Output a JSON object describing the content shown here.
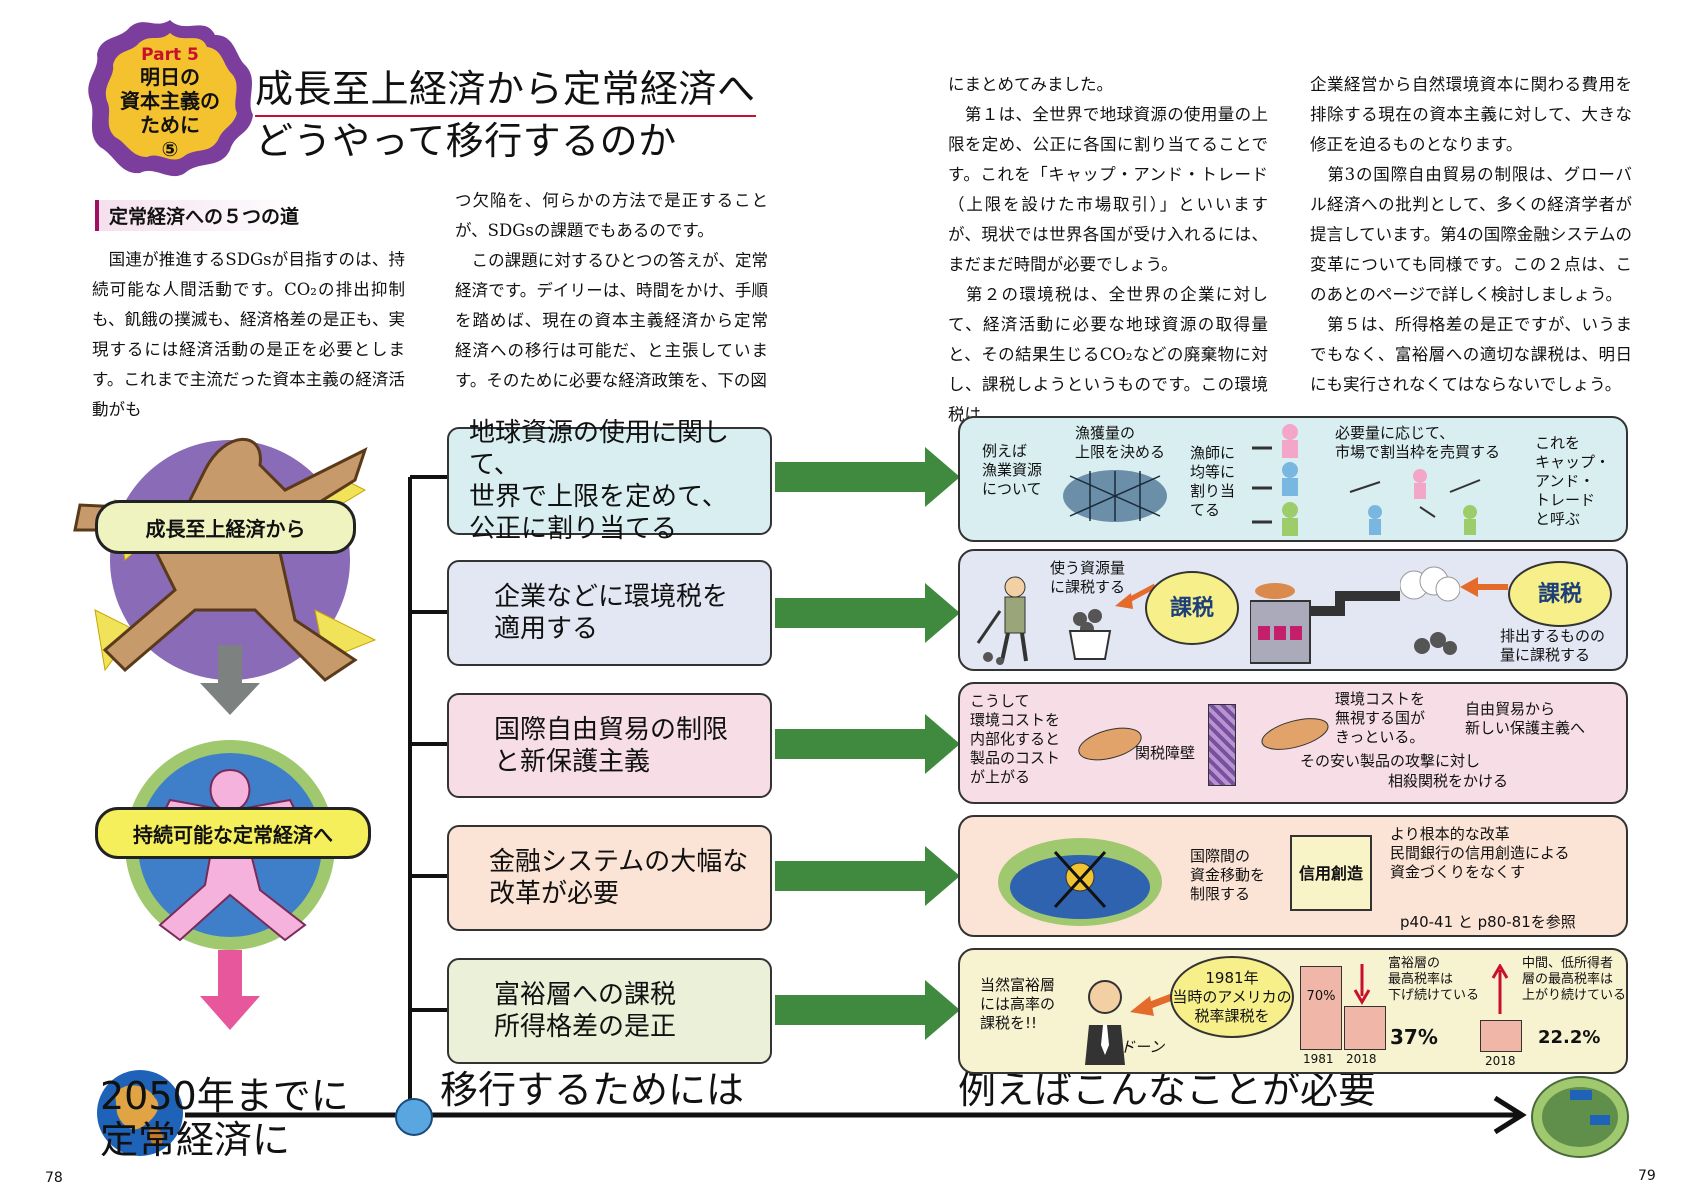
{
  "badge": {
    "part": "Part 5",
    "line1": "明日の",
    "line2": "資本主義の",
    "line3": "ために",
    "num": "⑤"
  },
  "title": {
    "line1": "成長至上経済から定常経済へ",
    "line2": "どうやって移行するのか"
  },
  "section_heading": "定常経済への５つの道",
  "column1": [
    "　国連が推進するSDGsが目指すのは、持続可能な人間活動です。CO₂の排出抑制も、飢餓の撲滅も、経済格差の是正も、実現するには経済活動の是正を必要とします。これまで主流だった資本主義の経済活動がも"
  ],
  "column2": [
    "つ欠陥を、何らかの方法で是正することが、SDGsの課題でもあるのです。",
    "　この課題に対するひとつの答えが、定常経済です。デイリーは、時間をかけ、手順を踏めば、現在の資本主義経済から定常経済への移行は可能だ、と主張しています。そのために必要な経済政策を、下の図"
  ],
  "column3": [
    "にまとめてみました。",
    "　第１は、全世界で地球資源の使用量の上限を定め、公正に各国に割り当てることです。これを「キャップ・アンド・トレード（上限を設けた市場取引）」といいますが、現状では世界各国が受け入れるには、まだまだ時間が必要でしょう。",
    "　第２の環境税は、全世界の企業に対して、経済活動に必要な地球資源の取得量と、その結果生じるCO₂などの廃棄物に対し、課税しようというものです。この環境税は、"
  ],
  "column4": [
    "企業経営から自然環境資本に関わる費用を排除する現在の資本主義に対して、大きな修正を迫るものとなります。",
    "　第3の国際自由貿易の制限は、グローバル経済への批判として、多くの経済学者が提言しています。第4の国際金融システムの変革についても同様です。この２点は、このあとのページで詳しく検討しましょう。",
    "　第５は、所得格差の是正ですが、いうまでもなく、富裕層への適切な課税は、明日にも実行されなくてはならないでしょう。"
  ],
  "left_labels": {
    "growth": "成長至上経済から",
    "sustainable": "持続可能な定常経済へ"
  },
  "bottom": {
    "left": "2050年までに\n定常経済に",
    "mid": "移行するためには",
    "right": "例えばこんなことが必要"
  },
  "measures": [
    {
      "text": "地球資源の使用に関して、\n世界で上限を定めて、\n公正に割り当てる",
      "bg": "#d9eef0"
    },
    {
      "text": "企業などに環境税を\n適用する",
      "bg": "#e3e6f3"
    },
    {
      "text": "国際自由貿易の制限\nと新保護主義",
      "bg": "#f6dde6"
    },
    {
      "text": "金融システムの大幅な\n改革が必要",
      "bg": "#fbe3d6"
    },
    {
      "text": "富裕層への課税\n所得格差の是正",
      "bg": "#eaf1d8"
    }
  ],
  "illus1": {
    "a": "例えば\n漁業資源\nについて",
    "b": "漁獲量の\n上限を決める",
    "c": "漁師に\n均等に\n割り当\nてる",
    "d": "必要量に応じて、\n市場で割当枠を売買する",
    "e": "これを\nキャップ・\nアンド・\nトレード\nと呼ぶ"
  },
  "illus2": {
    "a": "使う資源量\nに課税する",
    "tax1": "課税",
    "tax2": "課税",
    "b": "排出するものの\n量に課税する"
  },
  "illus3": {
    "a": "こうして\n環境コストを\n内部化すると\n製品のコスト\nが上がる",
    "b": "関税障壁",
    "c": "環境コストを\n無視する国が\nきっといる。",
    "d": "その安い製品の攻撃に対し",
    "e": "相殺関税をかける",
    "f": "自由貿易から\n新しい保護主義へ"
  },
  "illus4": {
    "a": "国際間の\n資金移動を\n制限する",
    "box": "信用創造",
    "b": "より根本的な改革\n民間銀行の信用創造による\n資金づくりをなくす",
    "c": "p40-41 と p80-81を参照"
  },
  "illus5": {
    "a": "当然富裕層\nには高率の\n課税を!!",
    "b": "1981年\n当時のアメリカの\n税率課税を",
    "c": "ドーン",
    "pct1": "70%",
    "y1": "1981",
    "y2": "2018",
    "pct2": "37%",
    "d": "富裕層の\n最高税率は\n下げ続けている",
    "y3": "2018",
    "pct3": "22.2%",
    "e": "中間、低所得者\n層の最高税率は\n上がり続けている"
  },
  "page_left": "78",
  "page_right": "79",
  "colors": {
    "green_arrow": "#3f8a3e",
    "gray_arrow": "#7d817f",
    "pink_arrow": "#e6579c",
    "blue_dot": "#5aa6e0",
    "title_rule": "#c8102e"
  }
}
